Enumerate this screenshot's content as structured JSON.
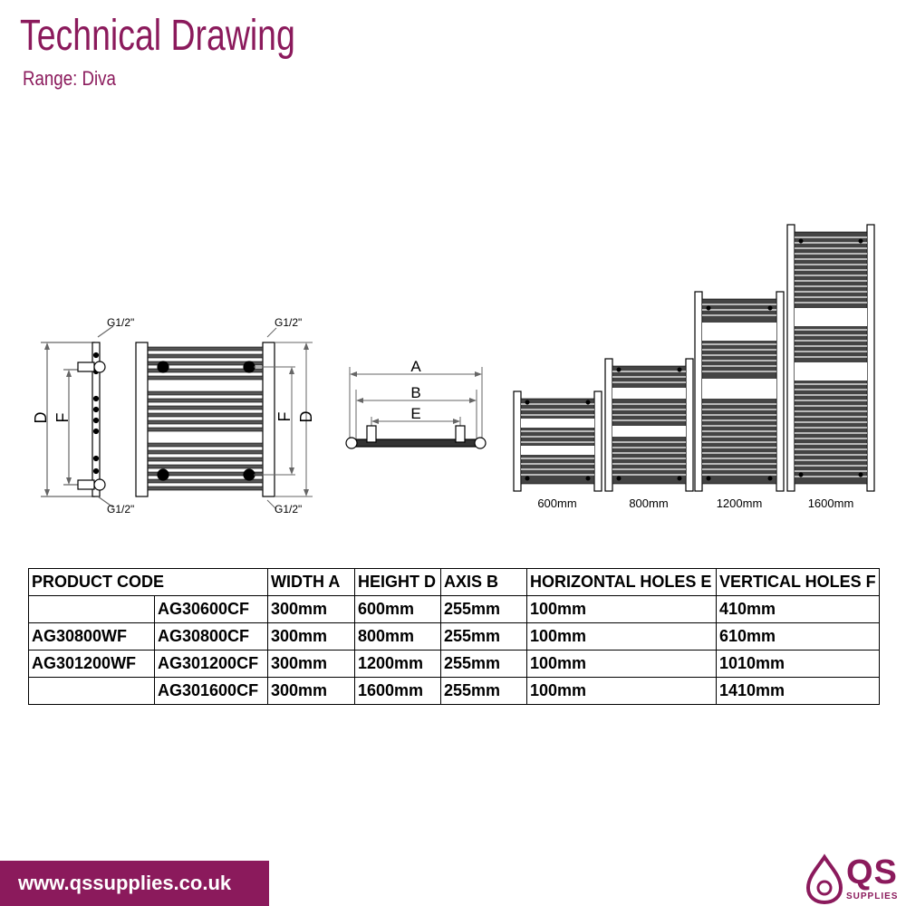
{
  "header": {
    "title": "Technical Drawing",
    "range": "Range: Diva"
  },
  "drawing": {
    "connection_label": "G1/2\"",
    "label_d": "D",
    "label_f": "F",
    "label_a": "A",
    "label_b": "B",
    "label_e": "E",
    "sizes": [
      "600mm",
      "800mm",
      "1200mm",
      "1600mm"
    ]
  },
  "table": {
    "headers": [
      "PRODUCT CODE",
      "WIDTH A",
      "HEIGHT D",
      "AXIS B",
      "HORIZONTAL HOLES E",
      "VERTICAL HOLES F"
    ],
    "rows": [
      {
        "code_wf": "",
        "code_cf": "AG30600CF",
        "width": "300mm",
        "height": "600mm",
        "axis": "255mm",
        "holes_e": "100mm",
        "holes_f": "410mm"
      },
      {
        "code_wf": "AG30800WF",
        "code_cf": "AG30800CF",
        "width": "300mm",
        "height": "800mm",
        "axis": "255mm",
        "holes_e": "100mm",
        "holes_f": "610mm"
      },
      {
        "code_wf": "AG301200WF",
        "code_cf": "AG301200CF",
        "width": "300mm",
        "height": "1200mm",
        "axis": "255mm",
        "holes_e": "100mm",
        "holes_f": "1010mm"
      },
      {
        "code_wf": "",
        "code_cf": "AG301600CF",
        "width": "300mm",
        "height": "1600mm",
        "axis": "255mm",
        "holes_e": "100mm",
        "holes_f": "1410mm"
      }
    ]
  },
  "footer": {
    "url": "www.qssupplies.co.uk",
    "logo_text": "QS",
    "logo_sub": "SUPPLIES"
  },
  "colors": {
    "brand": "#8b1a5c",
    "line": "#000000",
    "dim_line": "#555555"
  }
}
